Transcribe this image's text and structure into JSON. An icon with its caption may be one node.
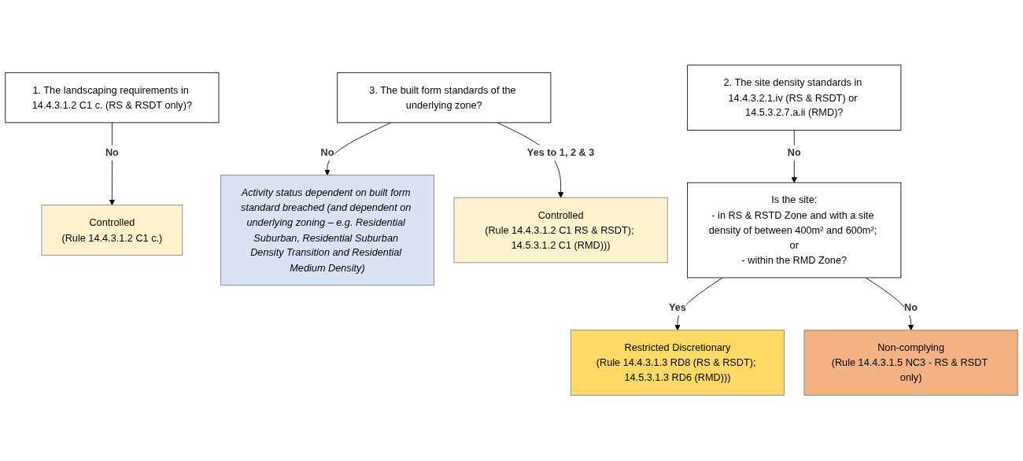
{
  "diagram": {
    "nodes": [
      {
        "text": [
          "1. The landscaping requirements in 14.4.3.1.2 C1 c. (RS & RSDT only)?"
        ]
      },
      {
        "text": [
          "2. The site density standards in 14.4.3.2.1.iv (RS & RSDT) or 14.5.3.2.7.a.ii (RMD)?"
        ]
      },
      {
        "text": [
          "3. The built form standards of the underlying zone?"
        ]
      },
      {
        "text": [
          "Controlled",
          "(Rule 14.4.3.1.2 C1 RS & RSDT); 14.5.3.1.2 C1 (RMD)))"
        ]
      },
      {
        "text": [
          "Controlled",
          "(Rule 14.4.3.1.2 C1 c.)"
        ]
      },
      {
        "text": [
          "Is the site:",
          "- in RS & RSTD Zone and with a site density of between 400m² and 600m²; or",
          "- within the RMD Zone?"
        ]
      },
      {
        "text": [
          "Activity status dependent on built form standard breached (and dependent on underlying zoning – e.g. Residential Suburban, Residential Suburban Density Transition and Residential Medium Density)"
        ]
      },
      {
        "text": [
          "Restricted Discretionary",
          "(Rule 14.4.3.1.3 RD8 (RS & RSDT); 14.5.3.1.3 RD6 (RMD)))"
        ]
      },
      {
        "text": [
          "Non-complying",
          "(Rule 14.4.3.1.5 NC3 - RS & RSDT only)"
        ]
      }
    ],
    "edges": [
      {
        "from": 0,
        "to": 4,
        "arrow": "to",
        "label": "No"
      },
      {
        "from": 1,
        "to": 5,
        "arrow": "to",
        "label": "No"
      },
      {
        "from": 2,
        "to": 6,
        "arrow": "to",
        "label": "No"
      },
      {
        "from": 2,
        "to": 3,
        "arrow": "to",
        "label": "Yes to 1, 2 & 3"
      },
      {
        "from": 5,
        "to": 7,
        "arrow": "to",
        "label": "Yes"
      },
      {
        "from": 5,
        "to": 8,
        "arrow": "to",
        "label": "No"
      }
    ]
  }
}
